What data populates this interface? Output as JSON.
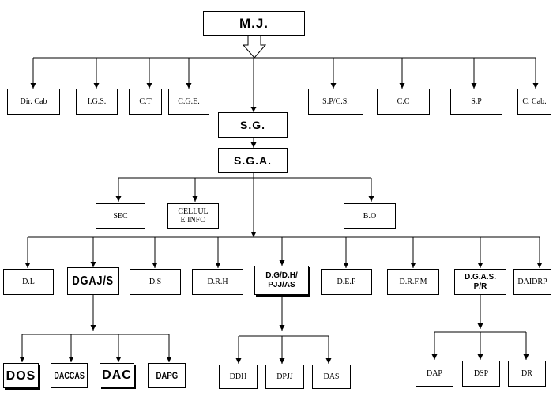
{
  "top": {
    "mj": "M.J."
  },
  "advisors": {
    "dir_cab": "Dir. Cab",
    "igs": "I.G.S.",
    "ct": "C.T",
    "cge": "C.G.E.",
    "spcs": "S.P/C.S.",
    "cc": "C.C",
    "sp": "S.P",
    "c_cab": "C. Cab."
  },
  "sg": "S.G.",
  "sga": "S.G.A.",
  "sga_units": {
    "sec": "SEC",
    "cellule_info_line1": "CELLUL",
    "cellule_info_line2": "E INFO",
    "bo": "B.O"
  },
  "directions": {
    "dl": "D.L",
    "dgajs": "DGAJ/S",
    "ds": "D.S",
    "drh": "D.R.H",
    "dgdh_line1": "D.G/D.H/",
    "dgdh_line2": "PJJ/AS",
    "dep": "D.E.P",
    "drfm": "D.R.F.M",
    "dgas_line1": "D.G.A.S.",
    "dgas_line2": "P/R",
    "daidrp": "DAIDRP"
  },
  "dgajs_units": {
    "dos": "DOS",
    "daccas": "DACCAS",
    "dac": "DAC",
    "dapg": "DAPG"
  },
  "dgdh_units": {
    "ddh": "DDH",
    "dpjj": "DPJJ",
    "das": "DAS"
  },
  "dgas_units": {
    "dap": "DAP",
    "dsp": "DSP",
    "dr": "DR"
  }
}
